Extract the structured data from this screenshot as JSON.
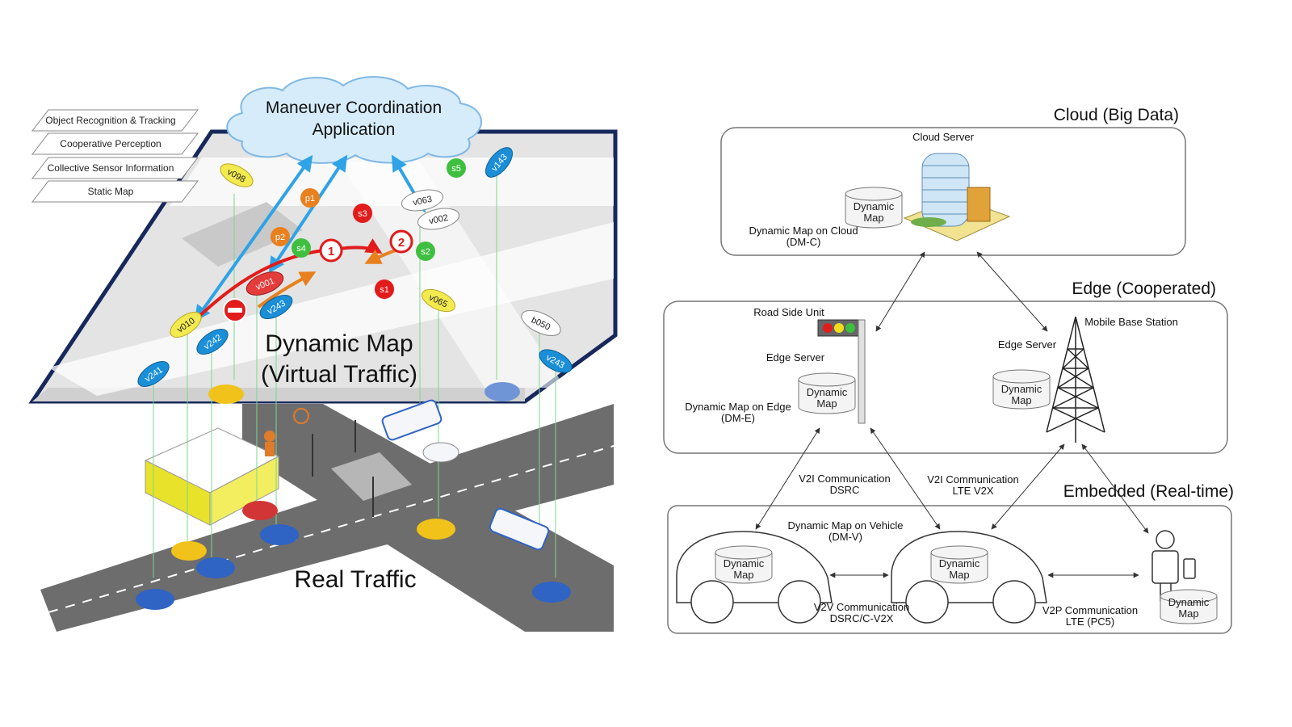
{
  "left": {
    "app_cloud": {
      "line1": "Maneuver Coordination",
      "line2": "Application"
    },
    "layers": [
      "Object Recognition & Tracking",
      "Cooperative Perception",
      "Collective Sensor Information",
      "Static Map"
    ],
    "dynamic_map": {
      "line1": "Dynamic Map",
      "line2": "(Virtual Traffic)"
    },
    "real_traffic": "Real Traffic",
    "vehicles": {
      "v098": "v098",
      "v010": "v010",
      "v001": "v001",
      "v242": "v242",
      "v243a": "v243",
      "v241": "v241",
      "v063": "v063",
      "v002": "v002",
      "v065": "v065",
      "v143": "v143",
      "b050": "b050",
      "v243b": "v243"
    },
    "peds": {
      "p1": "p1",
      "p2": "p2"
    },
    "sensors": {
      "s1": "s1",
      "s2": "s2",
      "s3": "s3",
      "s4": "s4",
      "s5": "s5"
    },
    "maneuvers": {
      "m1": "1",
      "m2": "2"
    },
    "colors": {
      "vehicle_blue": "#1a8fd8",
      "vehicle_yellow": "#f3ea50",
      "vehicle_red": "#e43b3b",
      "ped_orange": "#e8801e",
      "sensor_green": "#3fbf3f",
      "sensor_red": "#e21b1b",
      "link_blue": "#2ea3e6",
      "border_navy": "#16285c",
      "road_gray": "#6d6d6d"
    }
  },
  "right": {
    "cloud": {
      "title": "Cloud (Big Data)",
      "server": "Cloud Server",
      "dm_line1": "Dynamic",
      "dm_line2": "Map",
      "desc_line1": "Dynamic Map on Cloud",
      "desc_line2": "(DM-C)"
    },
    "edge": {
      "title": "Edge (Cooperated)",
      "rsu": "Road Side Unit",
      "edge_server_left": "Edge Server",
      "dm_line1": "Dynamic",
      "dm_line2": "Map",
      "desc_line1": "Dynamic Map on Edge",
      "desc_line2": "(DM-E)",
      "base_station": "Mobile Base Station",
      "edge_server_right": "Edge Server"
    },
    "embedded": {
      "title": "Embedded (Real-time)",
      "desc_line1": "Dynamic Map on Vehicle",
      "desc_line2": "(DM-V)",
      "dm_line1": "Dynamic",
      "dm_line2": "Map"
    },
    "comms": {
      "v2i_dsrc_1": "V2I Communication",
      "v2i_dsrc_2": "DSRC",
      "v2i_lte_1": "V2I Communication",
      "v2i_lte_2": "LTE V2X",
      "v2v_1": "V2V Communication",
      "v2v_2": "DSRC/C-V2X",
      "v2p_1": "V2P Communication",
      "v2p_2": "LTE (PC5)"
    }
  }
}
